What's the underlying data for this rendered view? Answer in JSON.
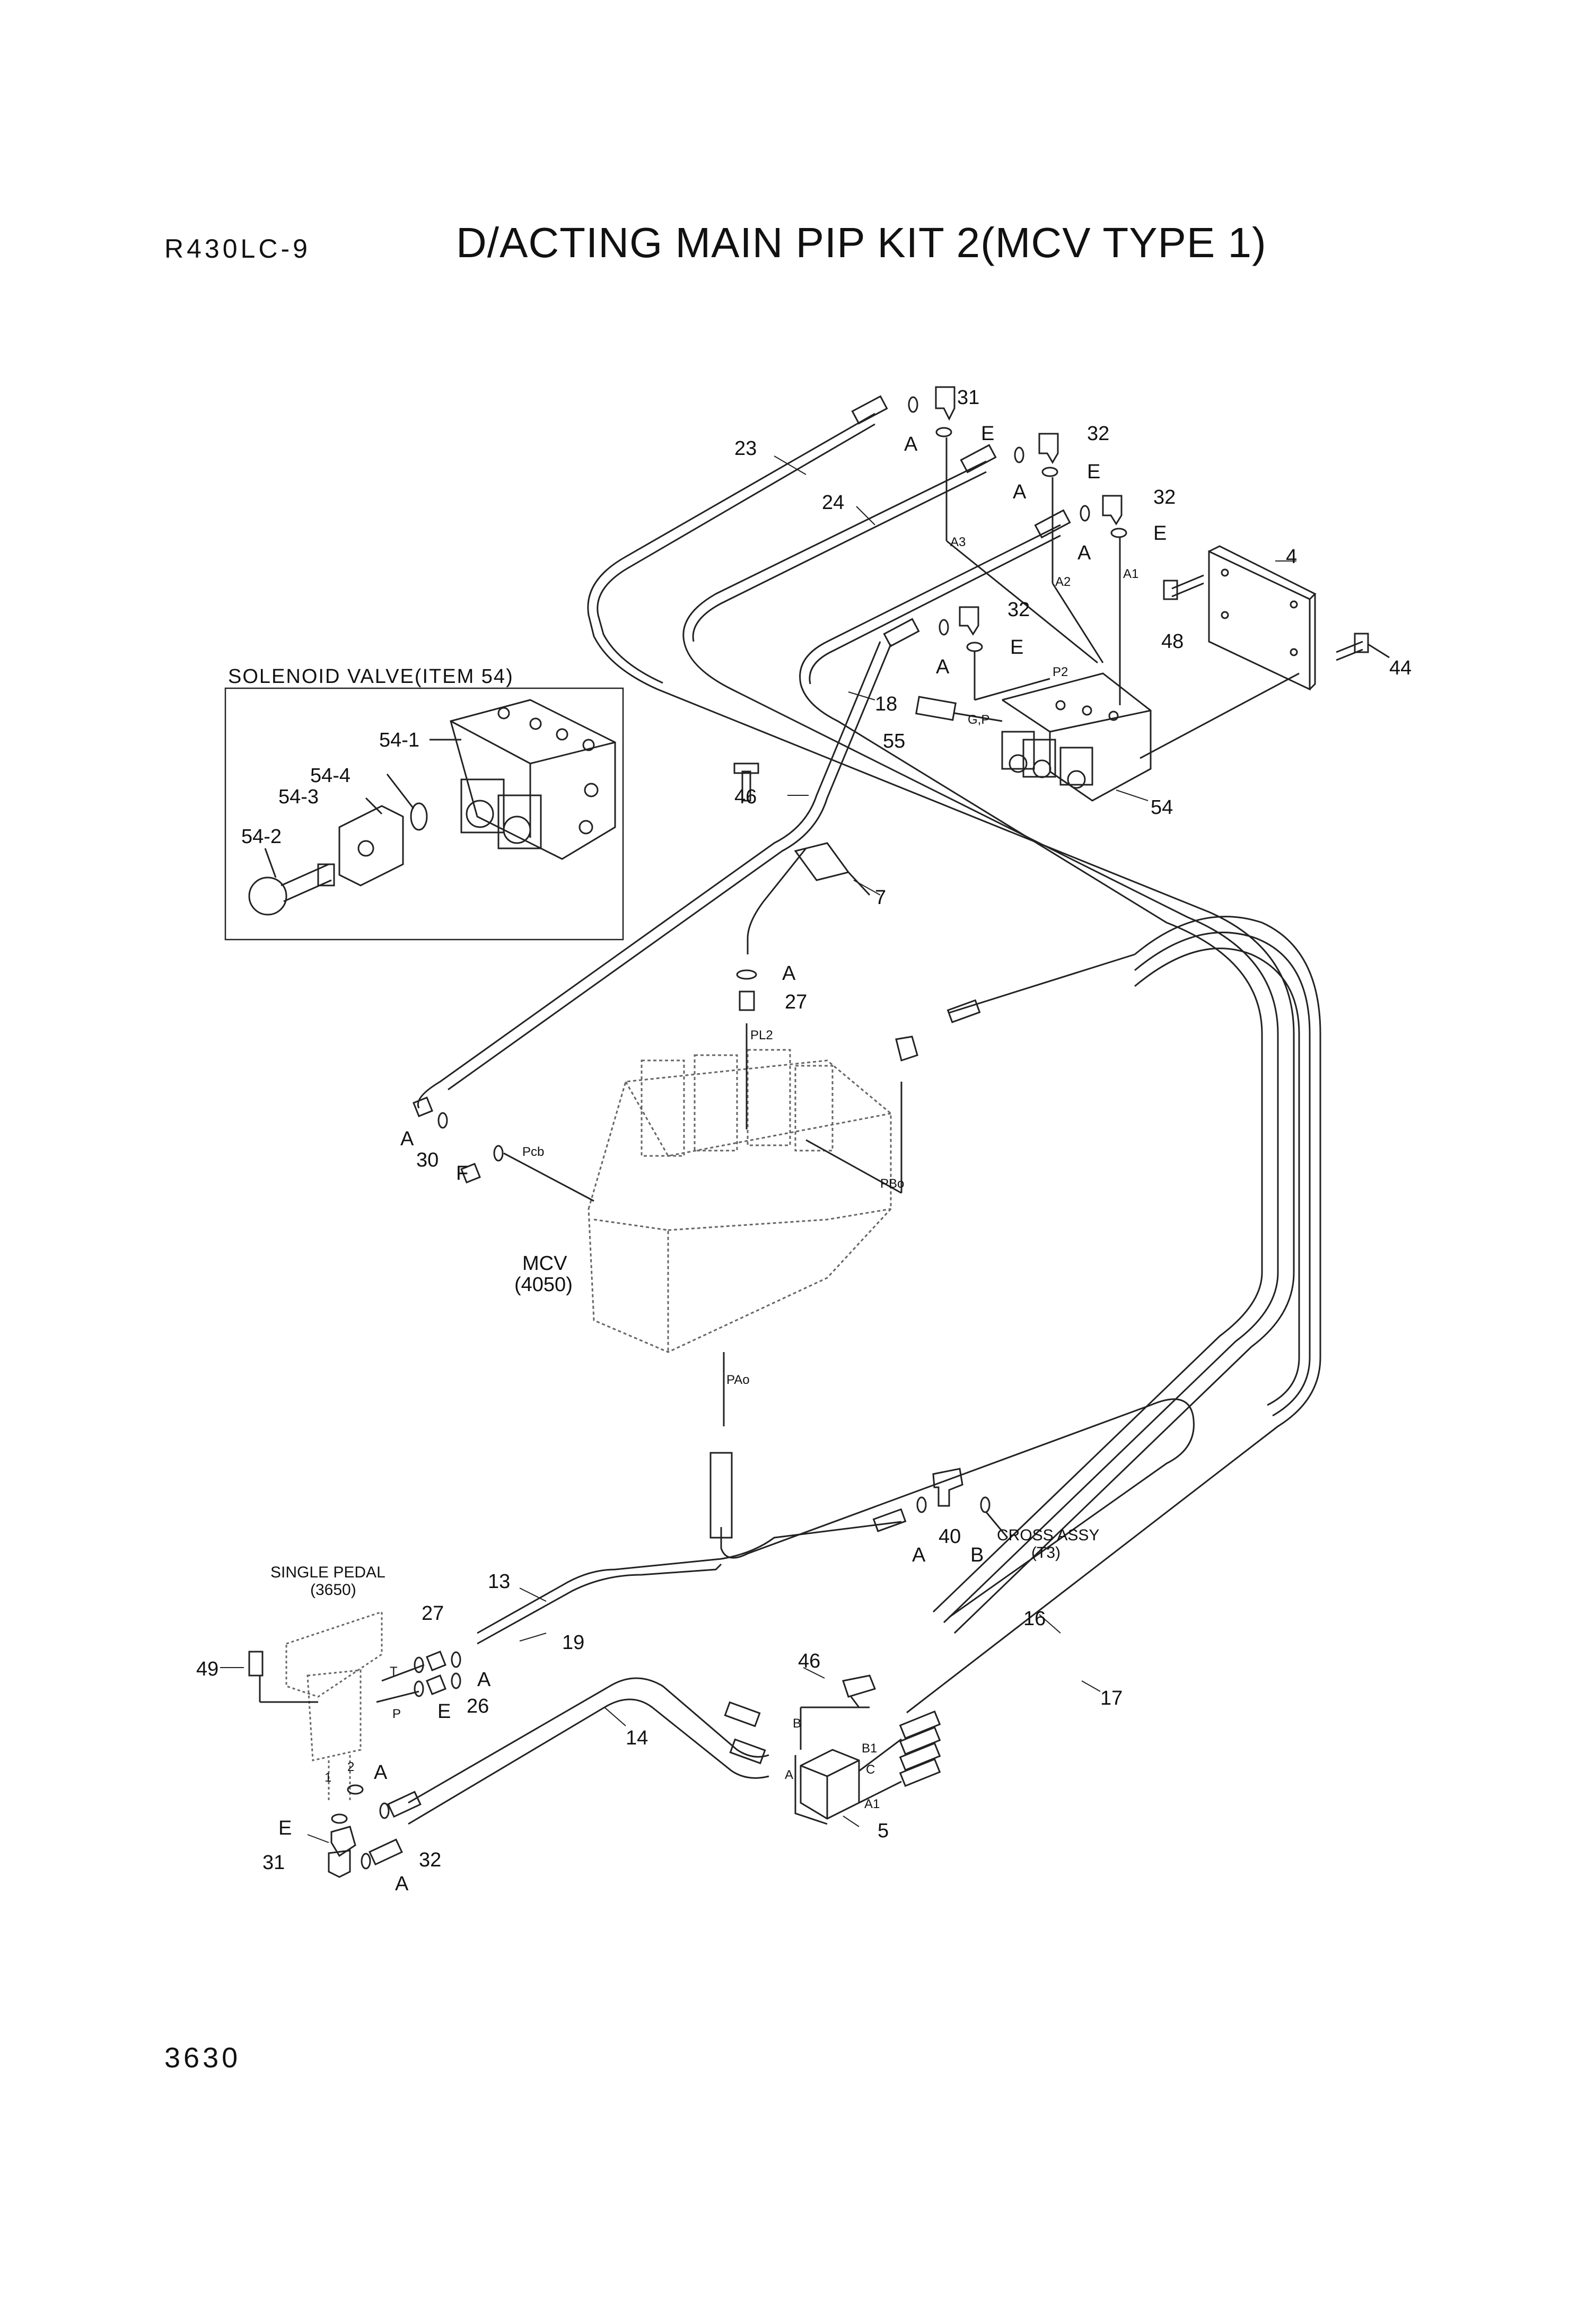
{
  "header": {
    "model": "R430LC-9",
    "title": "D/ACTING MAIN PIP KIT 2(MCV TYPE 1)"
  },
  "footer": {
    "page_number": "3630"
  },
  "inset": {
    "title": "SOLENOID VALVE(ITEM 54)",
    "callouts": [
      "54-1",
      "54-4",
      "54-3",
      "54-2"
    ]
  },
  "components": {
    "mcv": [
      "MCV",
      "(4050)"
    ],
    "single_pedal": [
      "SINGLE PEDAL",
      "(3650)"
    ],
    "cross_assy": [
      "CROSS ASSY",
      "(T3)"
    ]
  },
  "callouts": {
    "c23": "23",
    "c31a": "31",
    "c32a": "32",
    "c32b": "32",
    "c24": "24",
    "c4": "4",
    "c48": "48",
    "c44": "44",
    "c32c": "32",
    "c18": "18",
    "c55": "55",
    "c54": "54",
    "c46a": "46",
    "c7": "7",
    "c27a": "27",
    "c30": "30",
    "c13": "13",
    "c19": "19",
    "c40": "40",
    "c16": "16",
    "c17": "17",
    "c27b": "27",
    "c26": "26",
    "c49": "49",
    "c46b": "46",
    "c14": "14",
    "c5": "5",
    "c31b": "31",
    "c32d": "32"
  },
  "letters": {
    "a1": "A",
    "e1": "E",
    "a2": "A",
    "e2": "E",
    "a3": "A",
    "e3": "E",
    "a4": "A",
    "e4": "E",
    "a5": "A",
    "a6": "A",
    "f1": "F",
    "a7": "A",
    "b1": "B",
    "a8": "A",
    "e5": "E",
    "a9": "A",
    "e6": "E",
    "a10": "A"
  },
  "ports": {
    "a3": "A3",
    "a2": "A2",
    "a1": "A1",
    "p2": "P2",
    "gp": "G,P",
    "pl2": "PL2",
    "pcb": "Pcb",
    "pbo": "PBo",
    "pao": "PAo",
    "t": "T",
    "p": "P",
    "n1": "1",
    "n2": "2",
    "b": "B",
    "a": "A",
    "b1": "B1",
    "c": "C",
    "a1b": "A1"
  }
}
